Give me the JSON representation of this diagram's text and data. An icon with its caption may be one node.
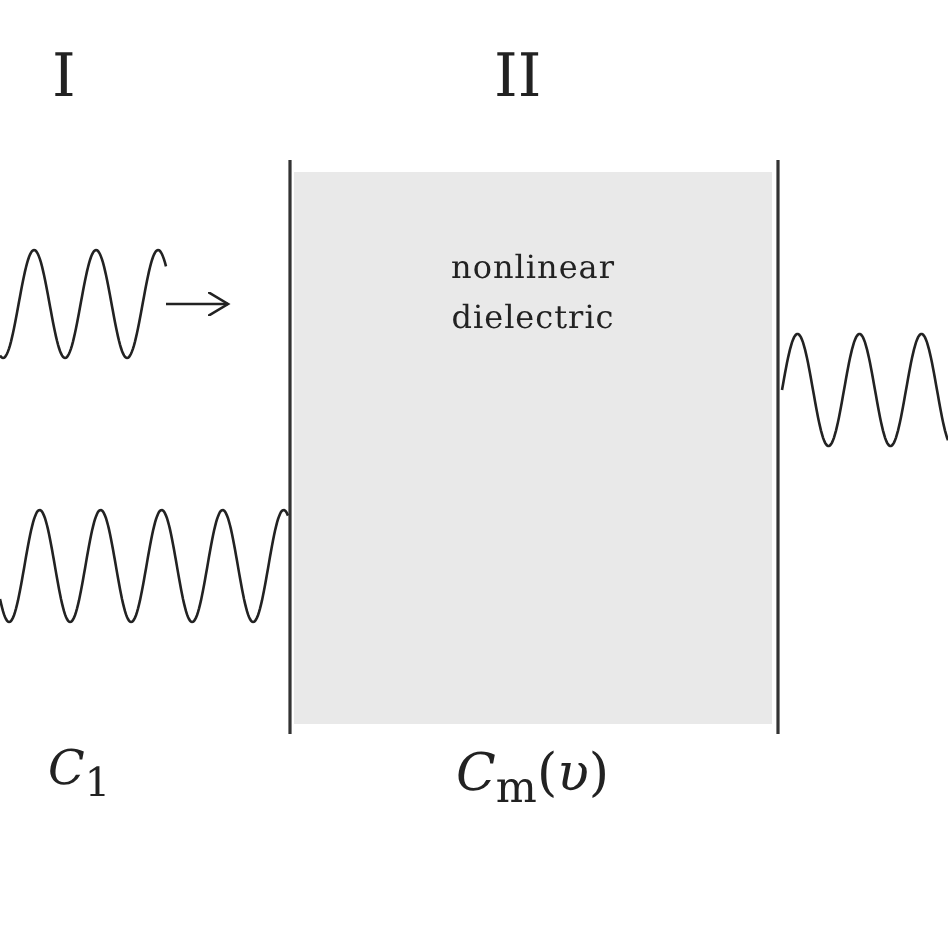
{
  "diagram": {
    "nodes": [
      {
        "text": [
          "nonlinear dielectric"
        ]
      }
    ],
    "labels": [
      "I",
      "II",
      "*C*$_{1}$",
      "*C*$_{m}$(*υ*)"
    ]
  }
}
